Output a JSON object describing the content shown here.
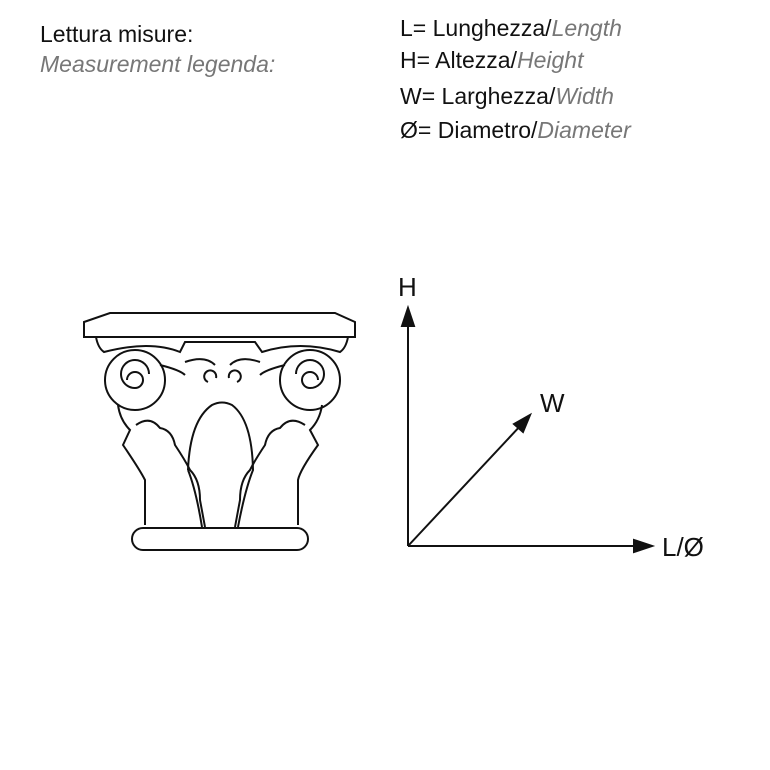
{
  "legend": {
    "title_it": "Lettura misure:",
    "title_en": "Measurement legenda:",
    "items": [
      {
        "symbol": "L= ",
        "it": "Lunghezza/",
        "en": "Length"
      },
      {
        "symbol": "H= ",
        "it": "Altezza/",
        "en": "Height"
      },
      {
        "symbol": "W= ",
        "it": "Larghezza/",
        "en": "Width"
      },
      {
        "symbol": "Ø= ",
        "it": "Diametro/",
        "en": "Diameter"
      }
    ]
  },
  "axes": {
    "h": "H",
    "w": "W",
    "l": "L/Ø"
  }
}
